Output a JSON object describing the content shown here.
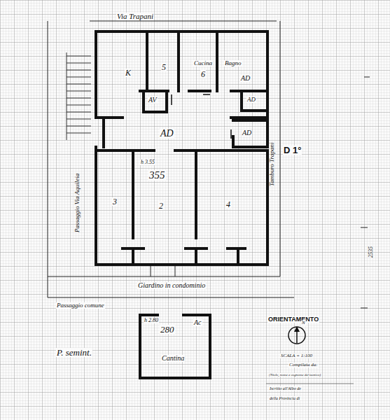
{
  "diagram": {
    "labels": [
      "Via Trapani",
      "K",
      "5",
      "Cucina",
      "6",
      "Bagno",
      "AD",
      "AV",
      "AD",
      "AD",
      "AD",
      "D 1°",
      "h 3.55",
      "355",
      "3",
      "2",
      "4",
      "Passaggio Via Aquileia",
      "Tamburo Trapani",
      "Giardino in condominio",
      "Passaggio comune",
      "h 2.80",
      "280",
      "Ac",
      "Cantina",
      "P. semint.",
      "ORIENTAMENTO",
      "N",
      "SCALA = 1:100",
      "Compilata da:",
      "(Titolo, nome e cognome del tecnico)",
      "Iscritto all'Albo de",
      "della Provincia di",
      "2535"
    ]
  }
}
